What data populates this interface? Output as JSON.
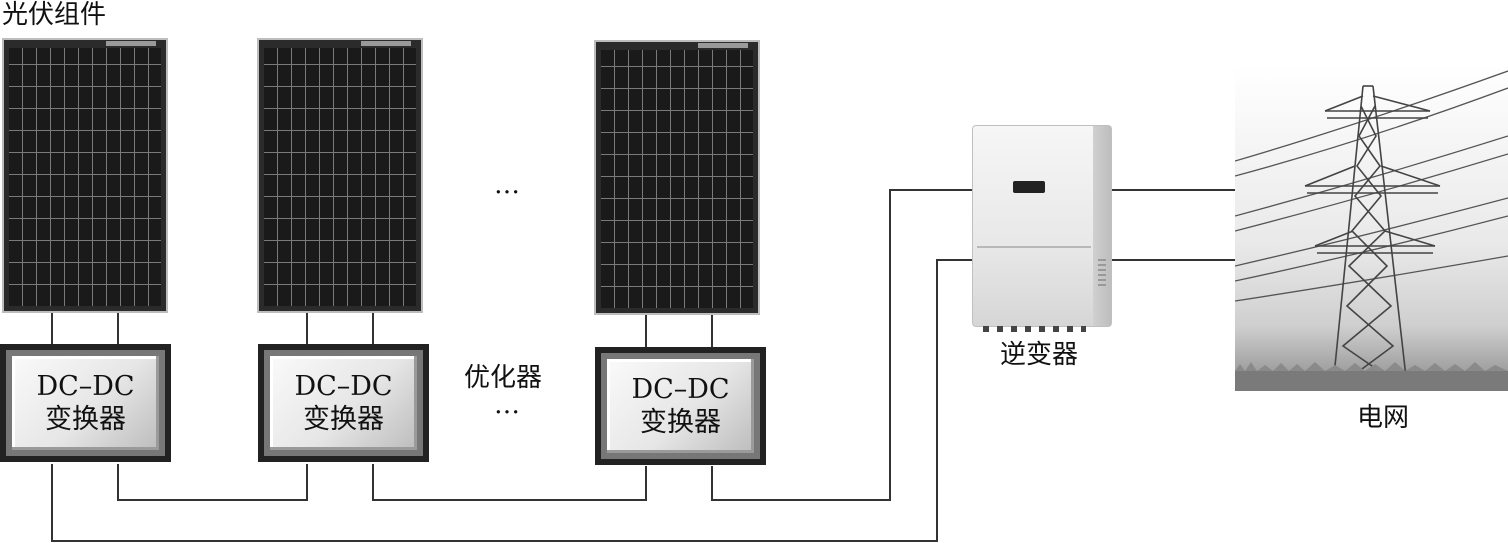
{
  "labels": {
    "pv_modules": "光伏组件",
    "optimizer": "优化器",
    "inverter": "逆变器",
    "grid": "电网",
    "ellipsis_top": "…",
    "ellipsis_mid": "…"
  },
  "converters": [
    {
      "line1": "DC–DC",
      "line2": "变换器"
    },
    {
      "line1": "DC–DC",
      "line2": "变换器"
    },
    {
      "line1": "DC–DC",
      "line2": "变换器"
    }
  ],
  "icons": {
    "pv_panel": "solar-panel-icon",
    "inverter": "inverter-icon",
    "grid": "transmission-tower-icon"
  },
  "colors": {
    "wire": "#333333",
    "panel_cell": "#1a1a1a",
    "panel_frame": "#bdbdbd"
  }
}
